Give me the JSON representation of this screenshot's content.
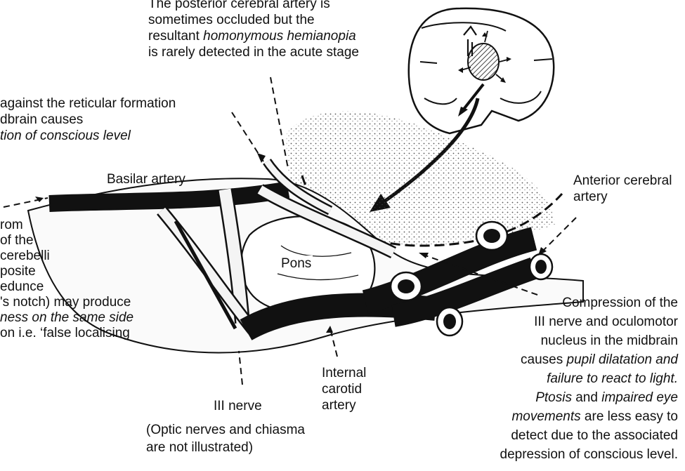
{
  "labels": {
    "pca": {
      "l1": "The posterior cerebral artery is",
      "l2": "sometimes occluded but the",
      "l3a": "resultant ",
      "l3b": "homonymous hemianopia",
      "l4": "is rarely detected in the acute stage"
    },
    "reticular": {
      "l1": "against the reticular formation",
      "l2": "dbrain causes",
      "l3": "tion of conscious level"
    },
    "basilar": "Basilar artery",
    "aca": {
      "l1": "Anterior cerebral",
      "l2": "artery"
    },
    "left_block": {
      "l1": "rom",
      "l2": "of the",
      "l3": "cerebelli",
      "l4": "posite",
      "l5": "edunce",
      "l6": "'s notch) may produce",
      "l7": "ness on the same side",
      "l8": "on i.e. ‘false localising"
    },
    "pons": "Pons",
    "third_nerve": "III nerve",
    "ica": {
      "l1": "Internal",
      "l2": "carotid",
      "l3": "artery"
    },
    "compression": {
      "l1": "Compression of the",
      "l2": "III nerve and oculomotor",
      "l3": "nucleus in the midbrain",
      "l4a": "causes ",
      "l4b": "pupil dilatation and",
      "l5": "failure to react to light.",
      "l6a": "Ptosis",
      "l6b": " and ",
      "l6c": "impaired eye",
      "l7a": "movements",
      "l7b": " are less easy to",
      "l8": "detect due to the associated",
      "l9": "depression of conscious level."
    },
    "note": {
      "l1": "(Optic nerves and chiasma",
      "l2": "are not illustrated)"
    }
  },
  "colors": {
    "ink": "#111111",
    "background": "#ffffff",
    "vessel": "#f4f4f4"
  }
}
